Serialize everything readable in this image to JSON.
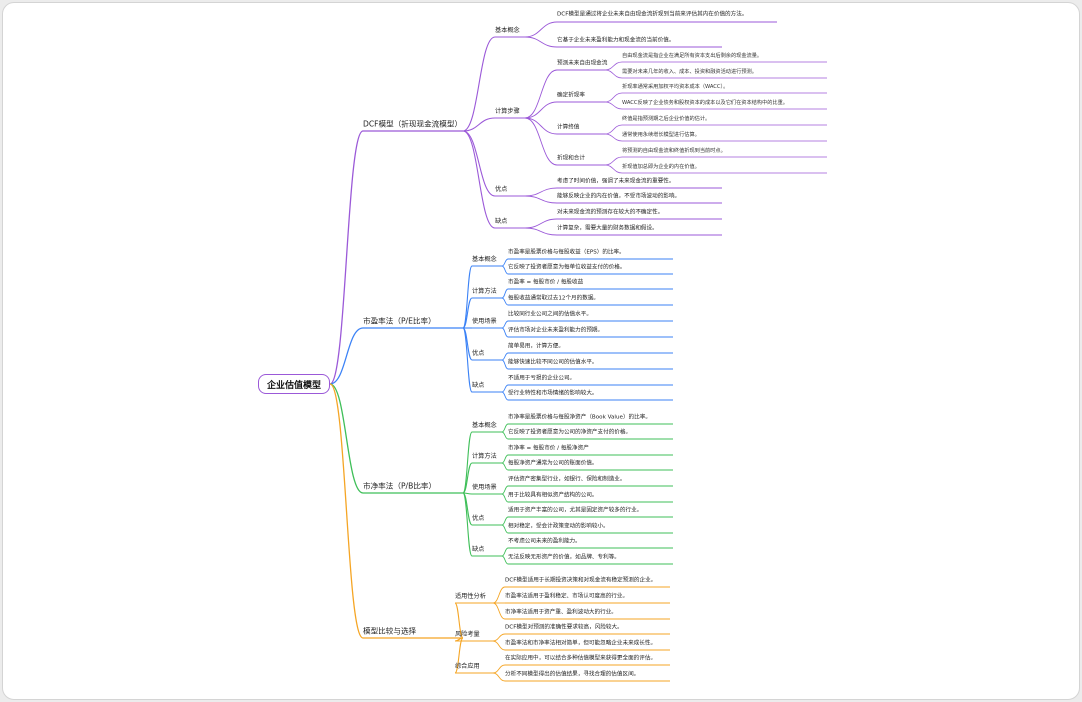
{
  "colors": {
    "purple": "#9b59d8",
    "blue": "#3b82f6",
    "green": "#3fbf59",
    "orange": "#f5a524"
  },
  "root": "企业估值模型",
  "branches": [
    {
      "label": "DCF模型（折现现金流模型）",
      "children": [
        {
          "label": "基本概念",
          "children": [
            {
              "label": "DCF模型是通过将企业未来自由现金流折现到当前来评估其内在价值的方法。",
              "children": []
            },
            {
              "label": "它基于企业未来盈利能力和现金流的当前价值。",
              "children": []
            }
          ]
        },
        {
          "label": "计算步骤",
          "children": [
            {
              "label": "预测未来自由现金流",
              "children": [
                {
                  "label": "自由现金流是指企业在满足所有资本支出后剩余的现金流量。",
                  "children": []
                },
                {
                  "label": "需要对未来几年的收入、成本、投资和融资活动进行预测。",
                  "children": []
                }
              ]
            },
            {
              "label": "确定折现率",
              "children": [
                {
                  "label": "折现率通常采用加权平均资本成本（WACC）。",
                  "children": []
                },
                {
                  "label": "WACC反映了企业债务和股权资本的成本以及它们在资本结构中的比重。",
                  "children": []
                }
              ]
            },
            {
              "label": "计算终值",
              "children": [
                {
                  "label": "终值是指预测期之后企业价值的估计。",
                  "children": []
                },
                {
                  "label": "通常使用永续增长模型进行估算。",
                  "children": []
                }
              ]
            },
            {
              "label": "折现和合计",
              "children": [
                {
                  "label": "将预测的自由现金流和终值折现到当前时点。",
                  "children": []
                },
                {
                  "label": "折现值加总即为企业的内在价值。",
                  "children": []
                }
              ]
            }
          ]
        },
        {
          "label": "优点",
          "children": [
            {
              "label": "考虑了时间价值，强调了未来现金流的重要性。",
              "children": []
            },
            {
              "label": "能够反映企业的内在价值，不受市场波动的影响。",
              "children": []
            }
          ]
        },
        {
          "label": "缺点",
          "children": [
            {
              "label": "对未来现金流的预测存在较大的不确定性。",
              "children": []
            },
            {
              "label": "计算复杂，需要大量的财务数据和假设。",
              "children": []
            }
          ]
        }
      ]
    },
    {
      "label": "市盈率法（P/E比率）",
      "children": [
        {
          "label": "基本概念",
          "children": [
            {
              "label": "市盈率是股票价格与每股收益（EPS）的比率。",
              "children": []
            },
            {
              "label": "它反映了投资者愿意为每单位收益支付的价格。",
              "children": []
            }
          ]
        },
        {
          "label": "计算方法",
          "children": [
            {
              "label": "市盈率 = 每股市价 / 每股收益",
              "children": []
            },
            {
              "label": "每股收益通常取过去12个月的数据。",
              "children": []
            }
          ]
        },
        {
          "label": "使用场景",
          "children": [
            {
              "label": "比较同行业公司之间的估值水平。",
              "children": []
            },
            {
              "label": "评估市场对企业未来盈利能力的预期。",
              "children": []
            }
          ]
        },
        {
          "label": "优点",
          "children": [
            {
              "label": "简单易用，计算方便。",
              "children": []
            },
            {
              "label": "能够快速比较不同公司的估值水平。",
              "children": []
            }
          ]
        },
        {
          "label": "缺点",
          "children": [
            {
              "label": "不适用于亏损的企业公司。",
              "children": []
            },
            {
              "label": "受行业特性和市场情绪的影响较大。",
              "children": []
            }
          ]
        }
      ]
    },
    {
      "label": "市净率法（P/B比率）",
      "children": [
        {
          "label": "基本概念",
          "children": [
            {
              "label": "市净率是股票价格与每股净资产（Book Value）的比率。",
              "children": []
            },
            {
              "label": "它反映了投资者愿意为公司的净资产支付的价格。",
              "children": []
            }
          ]
        },
        {
          "label": "计算方法",
          "children": [
            {
              "label": "市净率 = 每股市价 / 每股净资产",
              "children": []
            },
            {
              "label": "每股净资产通常为公司的账面价值。",
              "children": []
            }
          ]
        },
        {
          "label": "使用场景",
          "children": [
            {
              "label": "评估资产密集型行业，如银行、保险和制造业。",
              "children": []
            },
            {
              "label": "用于比较具有相似资产结构的公司。",
              "children": []
            }
          ]
        },
        {
          "label": "优点",
          "children": [
            {
              "label": "适用于资产丰富的公司，尤其是固定资产较多的行业。",
              "children": []
            },
            {
              "label": "相对稳定，受会计政策变动的影响较小。",
              "children": []
            }
          ]
        },
        {
          "label": "缺点",
          "children": [
            {
              "label": "不考虑公司未来的盈利能力。",
              "children": []
            },
            {
              "label": "无法反映无形资产的价值，如品牌、专利等。",
              "children": []
            }
          ]
        }
      ]
    },
    {
      "label": "模型比较与选择",
      "children": [
        {
          "label": "适用性分析",
          "children": [
            {
              "label": "DCF模型适用于长期投资决策和对现金流有稳定预测的企业。",
              "children": []
            },
            {
              "label": "市盈率法适用于盈利稳定、市场认可度高的行业。",
              "children": []
            },
            {
              "label": "市净率法适用于资产重、盈利波动大的行业。",
              "children": []
            }
          ]
        },
        {
          "label": "风险考量",
          "children": [
            {
              "label": "DCF模型对预测的准确性要求较高，风险较大。",
              "children": []
            },
            {
              "label": "市盈率法和市净率法相对简单，但可能忽略企业未来成长性。",
              "children": []
            }
          ]
        },
        {
          "label": "综合应用",
          "children": [
            {
              "label": "在实际应用中，可以结合多种估值模型来获得更全面的评估。",
              "children": []
            },
            {
              "label": "分析不同模型得出的估值结果，寻找合理的估值区间。",
              "children": []
            }
          ]
        }
      ]
    }
  ]
}
